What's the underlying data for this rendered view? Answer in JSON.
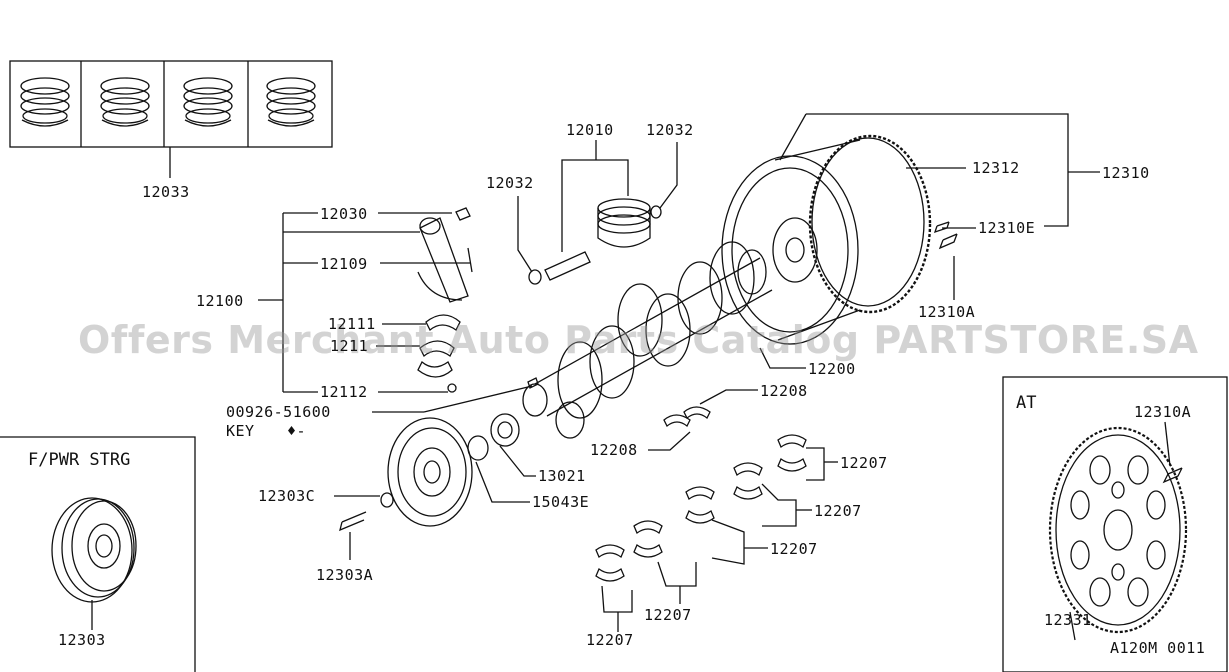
{
  "watermark": "Offers Merchant Auto Parts Catalog PARTSTORE.SA",
  "insets": {
    "power_steering_title": "F/PWR STRG",
    "at_title": "AT",
    "diagram_code": "A120M 0011"
  },
  "labels": {
    "p12033": "12033",
    "p12010": "12010",
    "p12032_top": "12032",
    "p12032_left": "12032",
    "p12030": "12030",
    "p12109": "12109",
    "p12100": "12100",
    "p12111": "12111",
    "p12111_lower": "1211",
    "p12112": "12112",
    "p00926": "00926-51600",
    "key": "KEY",
    "p12312": "12312",
    "p12310": "12310",
    "p12310E": "12310E",
    "p12310A": "12310A",
    "p12200": "12200",
    "p12208_right": "12208",
    "p12208_left": "12208",
    "p13021": "13021",
    "p15043E": "15043E",
    "p12303C": "12303C",
    "p12303A": "12303A",
    "p12303": "12303",
    "p12207_a": "12207",
    "p12207_b": "12207",
    "p12207_c": "12207",
    "p12207_d": "12207",
    "p12207_e": "12207",
    "p12310A_at": "12310A",
    "p12331": "12331"
  },
  "colors": {
    "ink": "#111111",
    "watermark": "#969696"
  }
}
